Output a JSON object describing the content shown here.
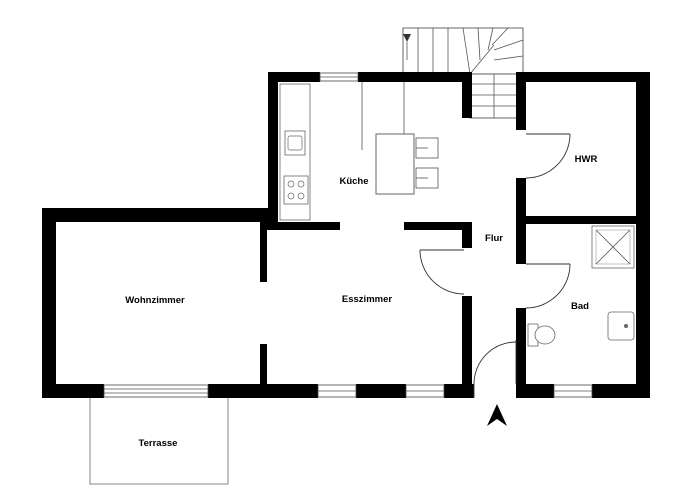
{
  "floorplan": {
    "rooms": {
      "kueche": "Küche",
      "hwr": "HWR",
      "flur": "Flur",
      "wohnzimmer": "Wohnzimmer",
      "esszimmer": "Esszimmer",
      "bad": "Bad",
      "terrasse": "Terrasse"
    },
    "entrance_marker": "entrance-arrow"
  }
}
